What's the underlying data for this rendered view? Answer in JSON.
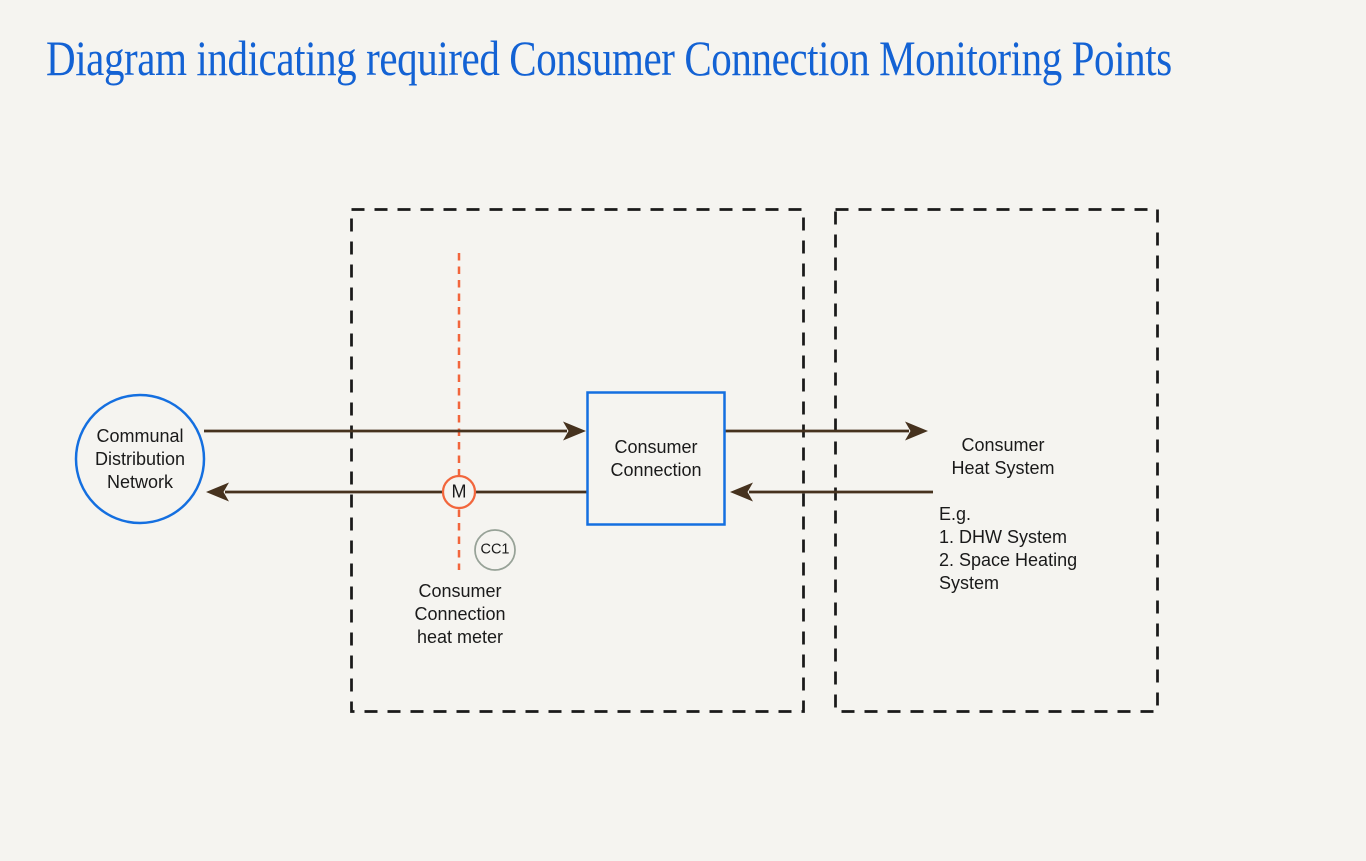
{
  "title": "Diagram indicating required Consumer Connection Monitoring Points",
  "colors": {
    "background": "#f5f4f0",
    "title_blue": "#1362d4",
    "node_blue": "#146fe0",
    "flow_brown": "#46321e",
    "meter_orange": "#f2663c",
    "monitor_gray": "#97a297",
    "text": "#1a1a1a"
  },
  "nodes": {
    "communal_network": {
      "label": "Communal\nDistribution\nNetwork"
    },
    "consumer_connection": {
      "label": "Consumer\nConnection"
    },
    "consumer_heat_system": {
      "label": "Consumer\nHeat System",
      "examples": "E.g.\n1. DHW System\n2. Space Heating\nSystem"
    }
  },
  "meter": {
    "symbol": "M",
    "tag": "CC1",
    "label": "Consumer\nConnection\nheat meter"
  }
}
